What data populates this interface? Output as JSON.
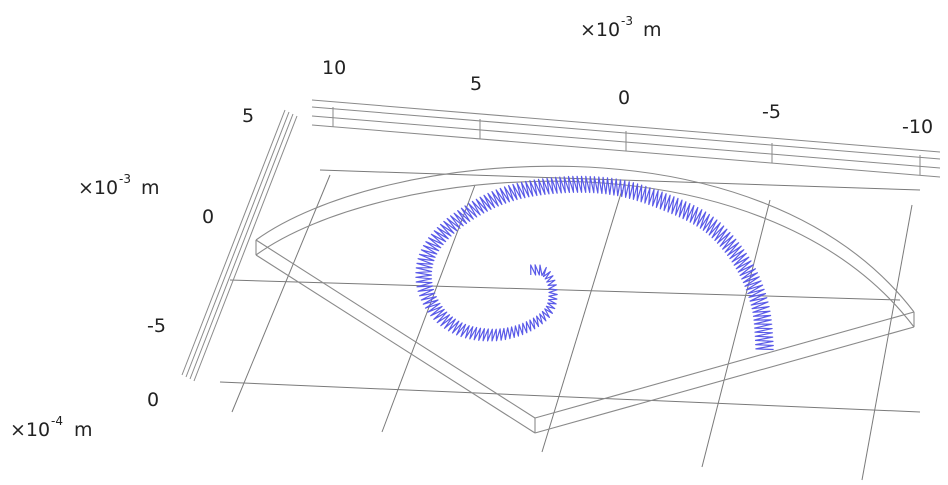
{
  "scene": {
    "colors": {
      "background": "#ffffff",
      "grid": "#7a7a7a",
      "geometry": "#8a8a8a",
      "coil": "#5a5ae8"
    },
    "axes": {
      "top": {
        "ticks": [
          "10",
          "5",
          "0",
          "-5",
          "-10"
        ],
        "unit_prefix": "×10",
        "unit_exponent": "-3",
        "unit_suffix": "m"
      },
      "left": {
        "ticks": [
          "0",
          "-5"
        ],
        "unit_prefix": "×10",
        "unit_exponent": "-3",
        "unit_suffix": "m"
      },
      "vertical": {
        "ticks": [
          "5",
          "0"
        ],
        "unit_prefix": "×10",
        "unit_exponent": "-4",
        "unit_suffix": "m"
      }
    }
  }
}
